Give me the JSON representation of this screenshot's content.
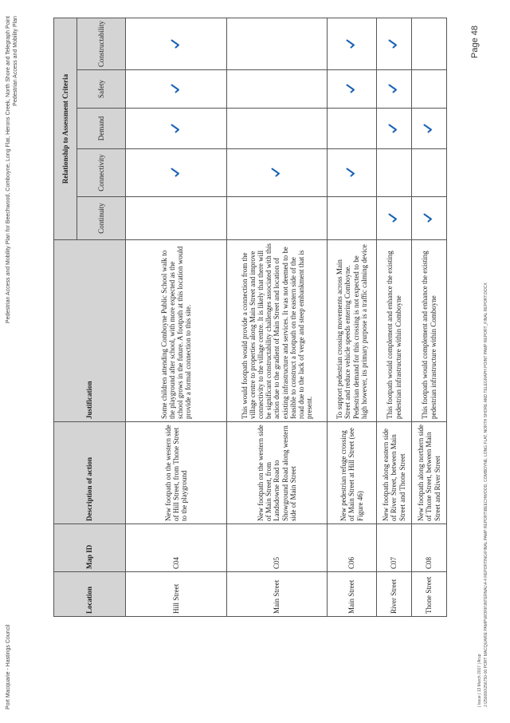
{
  "header": {
    "left": "Port Macquarie - Hastings Council",
    "right_line1": "Pedestrian Access and Mobility Plan for Beechwood, Comboyne, Long Flat, Herons Creek, North Shore and Telegraph Point",
    "right_line2": "Pedestrian Access and Mobility Plan"
  },
  "footer": {
    "issue": "| Issue | 13 March 2017 | Arup",
    "path": "J:\\256000\\256750-00 PORT MACQUARIE PAMP\\WORK\\INTERNAL\\4-4 REPORTING\\FINAL PAMP REPORT\\BEECHWOOD, COMBOYNE, LONG FLAT, NORTH SHORE AND TELEGRAPH POINT PAMP REPORT_FINAL REPORT.DOCX",
    "page": "Page 48"
  },
  "table": {
    "headers": {
      "location": "Location",
      "map_id": "Map ID",
      "description": "Description of action",
      "justification": "Justification",
      "group": "Relationship to Assessment Criteria",
      "criteria": [
        "Continuity",
        "Connectivity",
        "Demand",
        "Safety",
        "Constructability"
      ]
    },
    "tick_color": "#1a63b5",
    "rows": [
      {
        "location": "Hill Street",
        "map_id": "C04",
        "description": "New footpath on the western side of Hill Street, from Thone Street to the playground",
        "justification": "Some children attending Comboyne Public School walk to the playground after school, with more expected as the school grows in the future. A footpath at this location would provide a formal connection to this site.",
        "ticks": [
          false,
          true,
          true,
          true,
          true
        ]
      },
      {
        "location": "Main Street",
        "map_id": "C05",
        "description": "New footpath on the western side of Main Street, from Landsdowne Road to Showground Road along western side of Main Street",
        "justification": "This would footpath would provide a connection from the village centre to properties along Main Street and improve connectivity to the village centre. It is likely that there will be significant constructability challenges associated with this action due to the gradient of Main Street and location of existing infrastructure and services. It was not deemed to be feasible to construct a footpath on the eastern side of the road due to the lack of verge and steep embankment that is present.",
        "ticks": [
          false,
          true,
          false,
          false,
          false
        ]
      },
      {
        "location": "Main Street",
        "map_id": "C06",
        "description": "New pedestrian refuge crossing of Main Street at Hill Street (see Figure 46)",
        "justification": "To support pedestrian crossing movements across Main Street and reduce vehicle speeds entering Comboyne. Pedestrian demand for this crossing is not expected to be high however, its primary purpose is a traffic calming device",
        "ticks": [
          false,
          true,
          false,
          true,
          true
        ]
      },
      {
        "location": "River Street",
        "map_id": "C07",
        "description": "New footpath along eastern side of River Street, between Main Street and Thone Street",
        "justification": "This footpath would complement and enhance the existing pedestrian infrastructure within Comboyne",
        "ticks": [
          true,
          false,
          true,
          true,
          true
        ]
      },
      {
        "location": "Thone Street",
        "map_id": "C08",
        "description": "New footpath along northern side of Thone Street, between Main Street and River Street",
        "justification": "This footpath would complement and enhance the existing pedestrian infrastructure within Comboyne",
        "ticks": [
          true,
          false,
          true,
          false,
          false
        ]
      }
    ]
  }
}
